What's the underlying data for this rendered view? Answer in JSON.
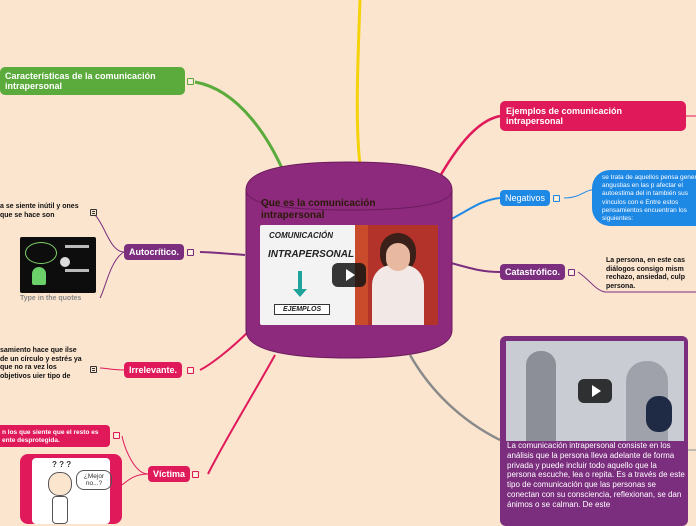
{
  "central": {
    "title": "Que es la comunicación intrapersonal",
    "thumb_line1": "COMUNICACIÓN",
    "thumb_line2": "INTRAPERSONAL",
    "thumb_line3": "EJEMPLOS"
  },
  "topics": {
    "caracteristicas": "Características de la comunicación intrapersonal",
    "ejemplos": "Ejemplos de comunicación intrapersonal",
    "negativos": "Negativos",
    "negativos_note": "se trata de aquellos pensa generan angustias en las p afectar el autoestima del in también sus vínculos con e Entre estos pensamientos encuentran los siguientes:",
    "catastrofico": "Catastrófico.",
    "catastrofico_note": "La persona, en este cas diálogos consigo mism rechazo, ansiedad, culp persona.",
    "autocritico": "Autocrítico.",
    "autocritico_note": "a se siente inútil y ones que se hace son",
    "quote_caption": "Type in the quotes",
    "irrelevante": "Irrelevante.",
    "irrelevante_note": "samiento hace que ilse de un círculo y estrés ya que no ra vez los objetivos uier tipo de",
    "victima": "Víctima",
    "victima_note": "n los que siente que el resto es ente desprotegida.",
    "mejor_label": "¿Mejor no...?",
    "video_text": "La comunicación intrapersonal consiste en los análisis que la persona lleva adelante de forma privada y puede incluir todo aquello que la persona escuche, lea o repita. Es a través de este tipo de comunicación que las personas se conectan con su consciencia, reflexionan, se dan ánimos o se calman. De este"
  },
  "colors": {
    "background": "#fbe5cf",
    "central": "#8e2a7d",
    "green": "#5aab3b",
    "pink": "#e0195b",
    "blue": "#1e88e5",
    "purple": "#7b2d7e",
    "yellow": "#f5d20a",
    "gray": "#8a8a8a"
  },
  "icons": [
    "toggle-icon",
    "play-icon"
  ]
}
